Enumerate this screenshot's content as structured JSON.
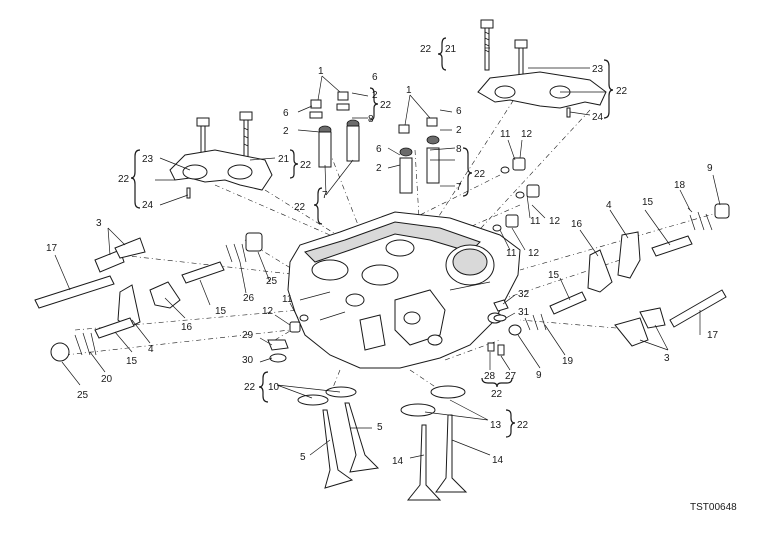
{
  "diagram": {
    "drawing_code": "TST00648",
    "callouts": [
      {
        "id": "c22-topright-bolt",
        "text": "22"
      },
      {
        "id": "c21-top",
        "text": "21"
      },
      {
        "id": "c23-top",
        "text": "23"
      },
      {
        "id": "c22-topright",
        "text": "22"
      },
      {
        "id": "c24-top",
        "text": "24"
      },
      {
        "id": "c1-left",
        "text": "1"
      },
      {
        "id": "c6-left-a",
        "text": "6"
      },
      {
        "id": "c2-left-a",
        "text": "2"
      },
      {
        "id": "c6-left-b",
        "text": "6"
      },
      {
        "id": "c2-left-b",
        "text": "2"
      },
      {
        "id": "c8-left",
        "text": "8"
      },
      {
        "id": "c22-left-8",
        "text": "22"
      },
      {
        "id": "c1-right",
        "text": "1"
      },
      {
        "id": "c6-right-a",
        "text": "6"
      },
      {
        "id": "c2-right-a",
        "text": "2"
      },
      {
        "id": "c6-right-b",
        "text": "6"
      },
      {
        "id": "c2-right-b",
        "text": "2"
      },
      {
        "id": "c8-right",
        "text": "8"
      },
      {
        "id": "c7-right",
        "text": "7"
      },
      {
        "id": "c22-right-78",
        "text": "22"
      },
      {
        "id": "c23-left",
        "text": "23"
      },
      {
        "id": "c22-left-cap",
        "text": "22"
      },
      {
        "id": "c24-left",
        "text": "24"
      },
      {
        "id": "c21-left",
        "text": "21"
      },
      {
        "id": "c22-left-21",
        "text": "22"
      },
      {
        "id": "c7-left",
        "text": "7"
      },
      {
        "id": "c22-left-7",
        "text": "22"
      },
      {
        "id": "c11-top",
        "text": "11"
      },
      {
        "id": "c12-top",
        "text": "12"
      },
      {
        "id": "c9-top",
        "text": "9"
      },
      {
        "id": "c18",
        "text": "18"
      },
      {
        "id": "c11-mid",
        "text": "11"
      },
      {
        "id": "c12-mid",
        "text": "12"
      },
      {
        "id": "c11-low",
        "text": "11"
      },
      {
        "id": "c12-low",
        "text": "12"
      },
      {
        "id": "c4-right",
        "text": "4"
      },
      {
        "id": "c15-right-top",
        "text": "15"
      },
      {
        "id": "c16-right",
        "text": "16"
      },
      {
        "id": "c15-right",
        "text": "15"
      },
      {
        "id": "c3-left",
        "text": "3"
      },
      {
        "id": "c17-left",
        "text": "17"
      },
      {
        "id": "c25-left-top",
        "text": "25"
      },
      {
        "id": "c26",
        "text": "26"
      },
      {
        "id": "c16-left",
        "text": "16"
      },
      {
        "id": "c15-left-top",
        "text": "15"
      },
      {
        "id": "c11-left",
        "text": "11"
      },
      {
        "id": "c12-left",
        "text": "12"
      },
      {
        "id": "c4-left",
        "text": "4"
      },
      {
        "id": "c15-left",
        "text": "15"
      },
      {
        "id": "c20",
        "text": "20"
      },
      {
        "id": "c25-left",
        "text": "25"
      },
      {
        "id": "c29",
        "text": "29"
      },
      {
        "id": "c30",
        "text": "30"
      },
      {
        "id": "c32",
        "text": "32"
      },
      {
        "id": "c31",
        "text": "31"
      },
      {
        "id": "c9-right",
        "text": "9"
      },
      {
        "id": "c19",
        "text": "19"
      },
      {
        "id": "c28",
        "text": "28"
      },
      {
        "id": "c27",
        "text": "27"
      },
      {
        "id": "c22-2827",
        "text": "22"
      },
      {
        "id": "c17-right",
        "text": "17"
      },
      {
        "id": "c3-right",
        "text": "3"
      },
      {
        "id": "c22-valves-left",
        "text": "22"
      },
      {
        "id": "c10",
        "text": "10"
      },
      {
        "id": "c5-a",
        "text": "5"
      },
      {
        "id": "c5-b",
        "text": "5"
      },
      {
        "id": "c13",
        "text": "13"
      },
      {
        "id": "c22-valves-right",
        "text": "22"
      },
      {
        "id": "c14-a",
        "text": "14"
      },
      {
        "id": "c14-b",
        "text": "14"
      }
    ]
  }
}
